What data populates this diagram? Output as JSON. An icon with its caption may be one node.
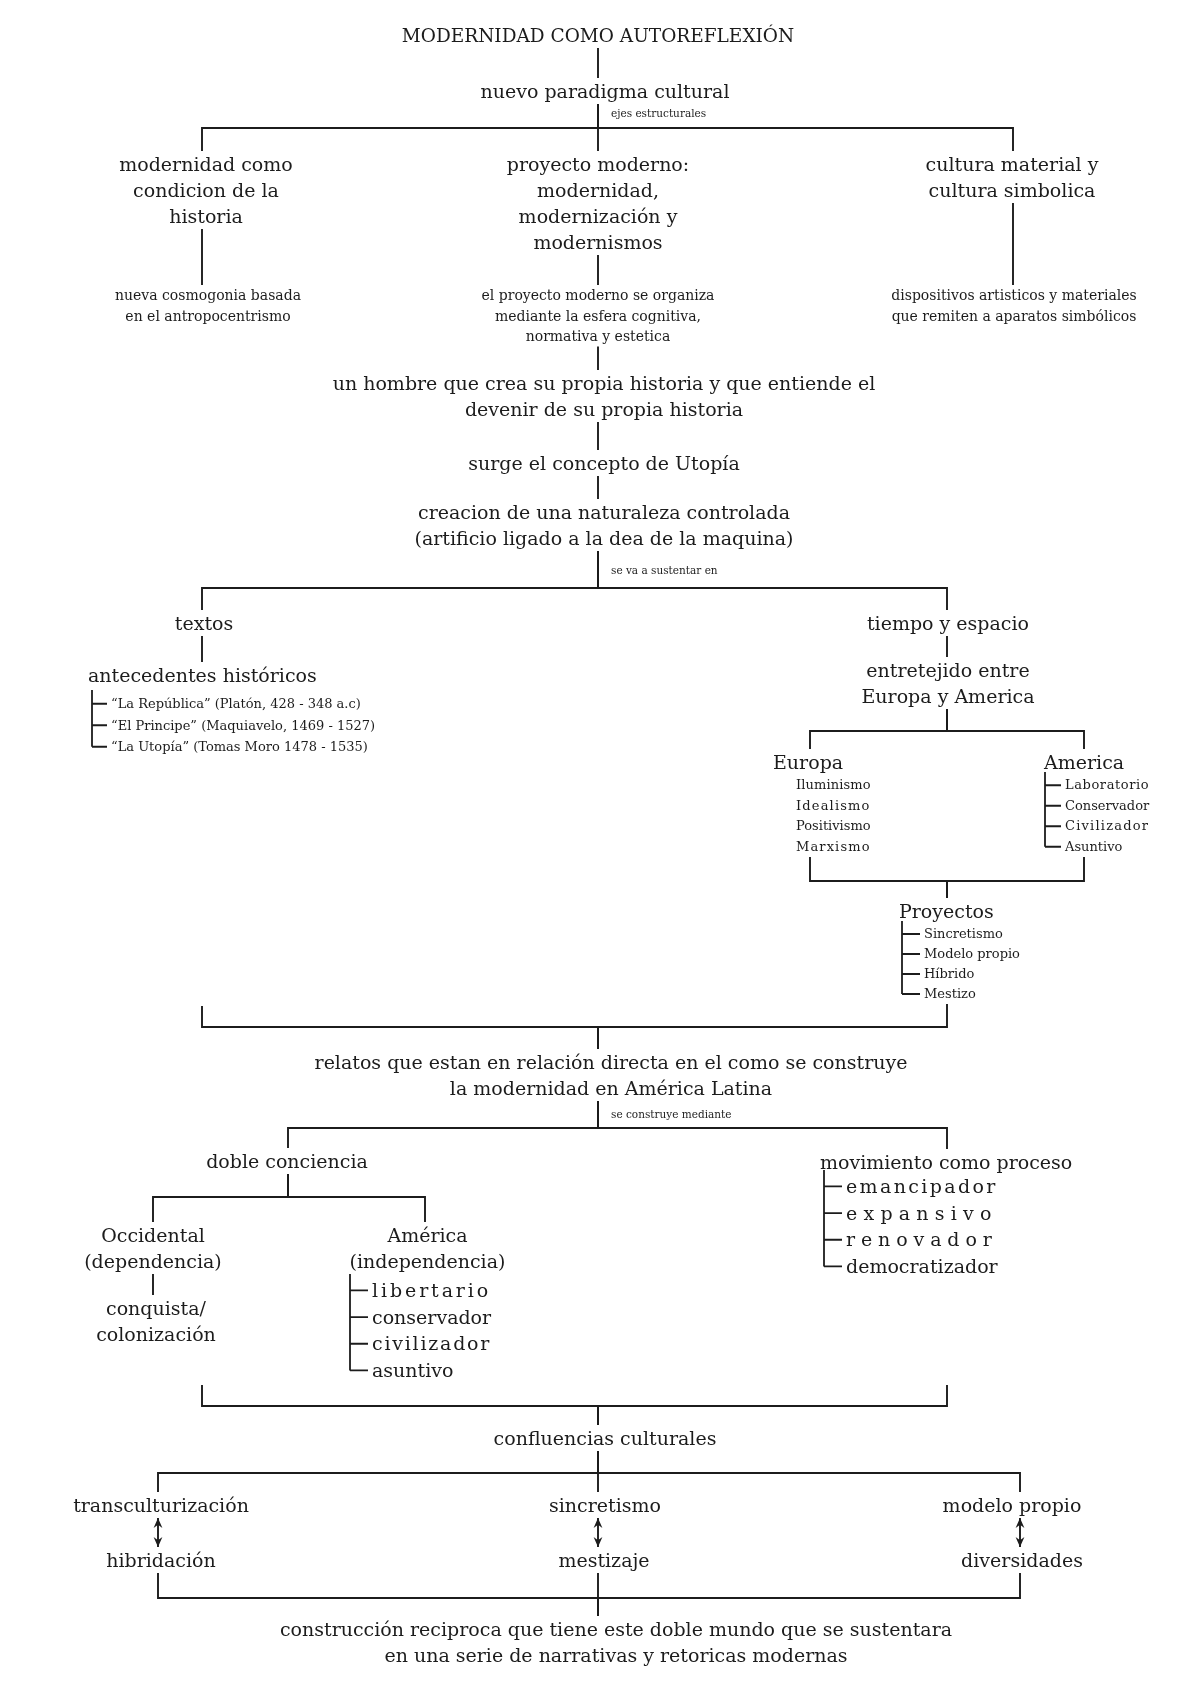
{
  "diagram": {
    "nodes": [
      {
        "text": [
          "MODERNIDAD COMO AUTOREFLEXIÓN"
        ]
      },
      {
        "text": [
          "nuevo paradigma cultural"
        ]
      },
      {
        "text": [
          "modernidad como condicion de la historia"
        ]
      },
      {
        "text": [
          "proyecto moderno: modernidad, modernización y modernismos"
        ]
      },
      {
        "text": [
          "cultura material y cultura simbolica"
        ]
      },
      {
        "text": [
          "nueva cosmogonia basada en el antropocentrismo"
        ]
      },
      {
        "text": [
          "el proyecto moderno se organiza mediante la esfera cognitiva, normativa y estetica"
        ]
      },
      {
        "text": [
          "dispositivos artisticos y materiales que remiten a aparatos simbólicos"
        ]
      },
      {
        "text": [
          "un hombre que crea su propia historia y que entiende el devenir de su propia historia"
        ]
      },
      {
        "text": [
          "surge el concepto de Utopía"
        ]
      },
      {
        "text": [
          "creacion de una naturaleza controlada (artificio ligado a la dea de la maquina)"
        ]
      },
      {
        "text": [
          "textos"
        ]
      },
      {
        "text": [
          "tiempo y espacio"
        ]
      },
      {
        "text": [
          "antecedentes históricos",
          "“La República” (Platón, 428 - 348 a.c)",
          "“El Principe” (Maquiavelo, 1469 - 1527)",
          "“La Utopía” (Tomas Moro 1478 - 1535)"
        ]
      },
      {
        "text": [
          "entretejido entre Europa y America"
        ]
      },
      {
        "text": [
          "Europa",
          "Iluminismo",
          "Idealismo",
          "Positivismo",
          "Marxismo"
        ]
      },
      {
        "text": [
          "America",
          "Laboratorio",
          "Conservador",
          "Civilizador",
          "Asuntivo"
        ]
      },
      {
        "text": [
          "Proyectos",
          "Sincretismo",
          "Modelo propio",
          "Híbrido",
          "Mestizo"
        ]
      },
      {
        "text": [
          "relatos que estan en relación directa en el como se construye la modernidad en América Latina"
        ]
      },
      {
        "text": [
          "doble conciencia"
        ]
      },
      {
        "text": [
          "movimiento como proceso",
          "emancipador",
          "expansivo",
          "renovador",
          "democratizador"
        ]
      },
      {
        "text": [
          "Occidental (dependencia)"
        ]
      },
      {
        "text": [
          "conquista/ colonización"
        ]
      },
      {
        "text": [
          "América (independencia)",
          "libertario",
          "conservador",
          "civilizador",
          "asuntivo"
        ]
      },
      {
        "text": [
          "confluencias culturales"
        ]
      },
      {
        "text": [
          "transculturización"
        ]
      },
      {
        "text": [
          "sincretismo"
        ]
      },
      {
        "text": [
          "modelo propio"
        ]
      },
      {
        "text": [
          "hibridación"
        ]
      },
      {
        "text": [
          "mestizaje"
        ]
      },
      {
        "text": [
          "diversidades"
        ]
      },
      {
        "text": [
          "construcción reciproca que tiene este doble mundo que se sustentara en una serie de narrativas y retoricas modernas"
        ]
      }
    ],
    "edges": [
      {
        "from": 0,
        "to": 1,
        "arrow": "none"
      },
      {
        "from": 1,
        "to": 2,
        "arrow": "none"
      },
      {
        "from": 1,
        "to": 3,
        "arrow": "none",
        "label": "ejes estructurales"
      },
      {
        "from": 1,
        "to": 4,
        "arrow": "none"
      },
      {
        "from": 2,
        "to": 5,
        "arrow": "none"
      },
      {
        "from": 3,
        "to": 6,
        "arrow": "none"
      },
      {
        "from": 4,
        "to": 7,
        "arrow": "none"
      },
      {
        "from": 6,
        "to": 8,
        "arrow": "none"
      },
      {
        "from": 8,
        "to": 9,
        "arrow": "none"
      },
      {
        "from": 9,
        "to": 10,
        "arrow": "none"
      },
      {
        "from": 10,
        "to": 11,
        "arrow": "none",
        "label": "se va a sustentar en"
      },
      {
        "from": 10,
        "to": 12,
        "arrow": "none"
      },
      {
        "from": 11,
        "to": 13,
        "arrow": "none"
      },
      {
        "from": 12,
        "to": 14,
        "arrow": "none"
      },
      {
        "from": 14,
        "to": 15,
        "arrow": "none"
      },
      {
        "from": 14,
        "to": 16,
        "arrow": "none"
      },
      {
        "from": 15,
        "to": 17,
        "arrow": "none"
      },
      {
        "from": 16,
        "to": 17,
        "arrow": "none"
      },
      {
        "from": null,
        "to": 18,
        "arrow": "none"
      },
      {
        "from": 17,
        "to": 18,
        "arrow": "none"
      },
      {
        "from": 18,
        "to": 19,
        "arrow": "none",
        "label": "se construye mediante"
      },
      {
        "from": 18,
        "to": 20,
        "arrow": "none"
      },
      {
        "from": 19,
        "to": 21,
        "arrow": "none"
      },
      {
        "from": 19,
        "to": 23,
        "arrow": "none"
      },
      {
        "from": 21,
        "to": 22,
        "arrow": "none"
      },
      {
        "from": null,
        "to": 24,
        "arrow": "none"
      },
      {
        "from": null,
        "to": 24,
        "arrow": "none"
      },
      {
        "from": 24,
        "to": 25,
        "arrow": "none"
      },
      {
        "from": 24,
        "to": 26,
        "arrow": "none"
      },
      {
        "from": 24,
        "to": 27,
        "arrow": "none"
      },
      {
        "from": 25,
        "to": 28,
        "arrow": "both"
      },
      {
        "from": 26,
        "to": 29,
        "arrow": "both"
      },
      {
        "from": 27,
        "to": 30,
        "arrow": "both"
      },
      {
        "from": 28,
        "to": 31,
        "arrow": "none"
      },
      {
        "from": 29,
        "to": 31,
        "arrow": "none"
      },
      {
        "from": 30,
        "to": 31,
        "arrow": "none"
      }
    ]
  }
}
